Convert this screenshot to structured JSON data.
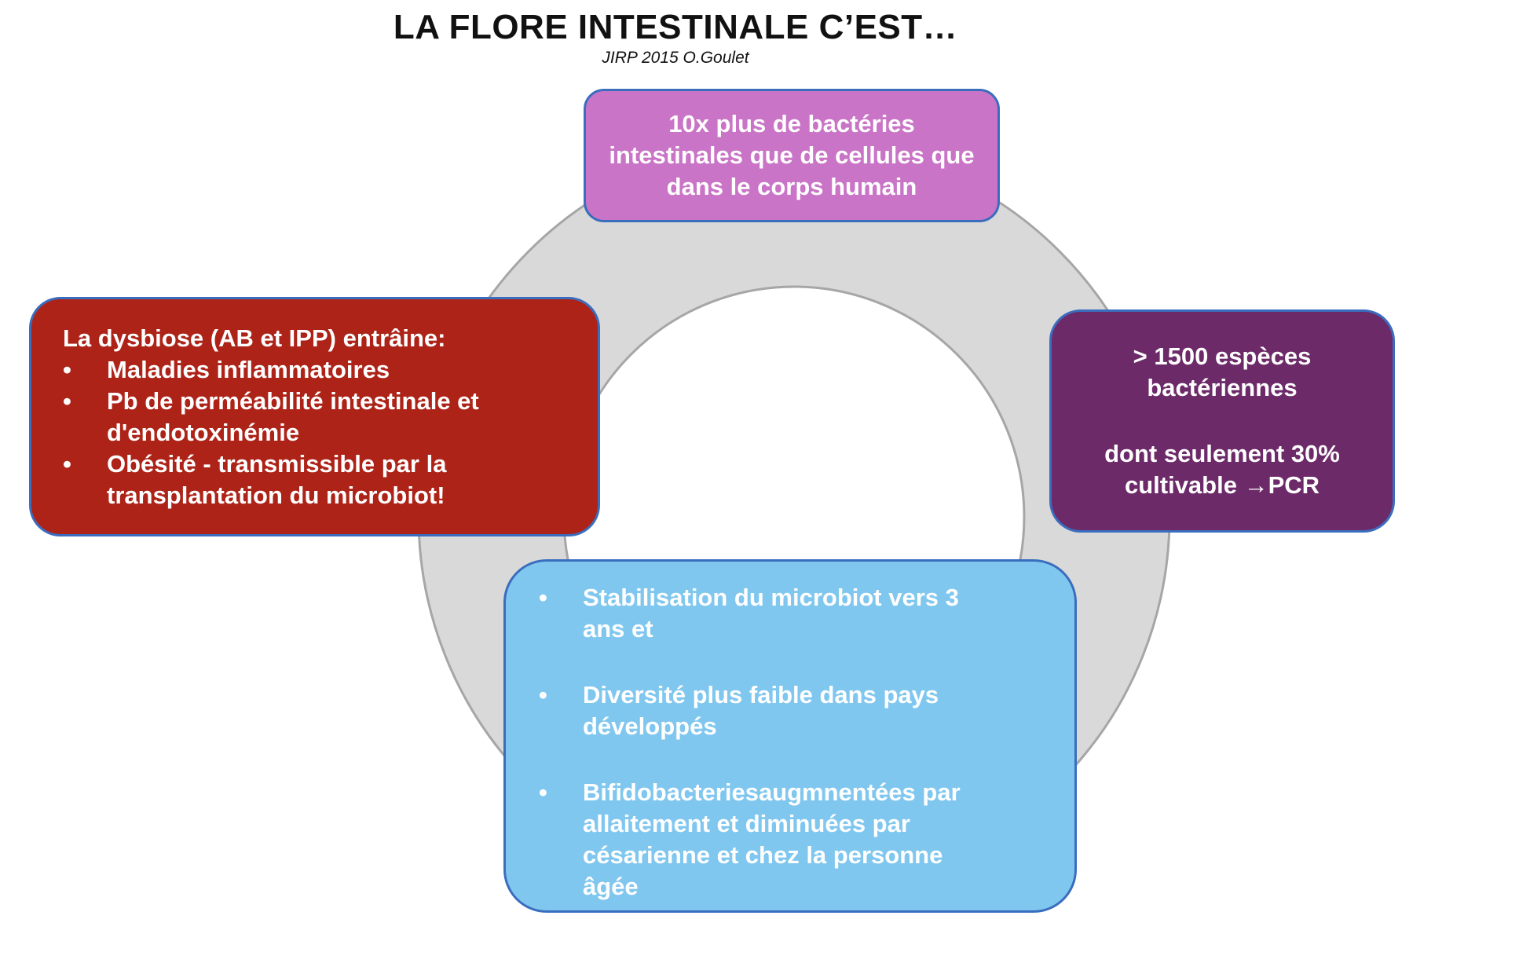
{
  "title": "LA FLORE INTESTINALE C’EST…",
  "subtitle": "JIRP 2015 O.Goulet",
  "colors": {
    "ring": "#d9d9d9",
    "ring_border": "#a6a6a6",
    "box_border": "#3a6dbe",
    "top_box": "#c974c6",
    "left_box": "#ad2318",
    "right_box": "#6d2a69",
    "bottom_box": "#80c7ef"
  },
  "top_box": {
    "lines": [
      "10x plus de bactéries",
      "intestinales que de cellules que",
      "dans le corps humain"
    ]
  },
  "left_box": {
    "heading": "La dysbiose (AB et IPP) entrâine:",
    "bullet_symbol": "•",
    "items": [
      {
        "lines": [
          "Maladies inflammatoires"
        ]
      },
      {
        "lines": [
          "Pb de perméabilité intestinale et",
          "d'endotoxinémie"
        ]
      },
      {
        "lines": [
          "Obésité - transmissible par la",
          "transplantation du microbiot!"
        ]
      }
    ]
  },
  "right_box": {
    "line1": "> 1500 espèces",
    "line2": "bactériennes",
    "line3": "dont seulement 30%",
    "line4": "cultivable →PCR"
  },
  "bottom_box": {
    "bullet_symbol": "•",
    "items": [
      {
        "lines": [
          "Stabilisation du microbiot vers 3",
          "ans et"
        ]
      },
      {
        "lines": [
          "Diversité plus faible dans pays",
          "développés"
        ]
      },
      {
        "lines": [
          "Bifidobacteriesaugmnentées par",
          "allaitement et diminuées par",
          "césarienne et  chez la personne",
          "âgée"
        ]
      }
    ]
  }
}
